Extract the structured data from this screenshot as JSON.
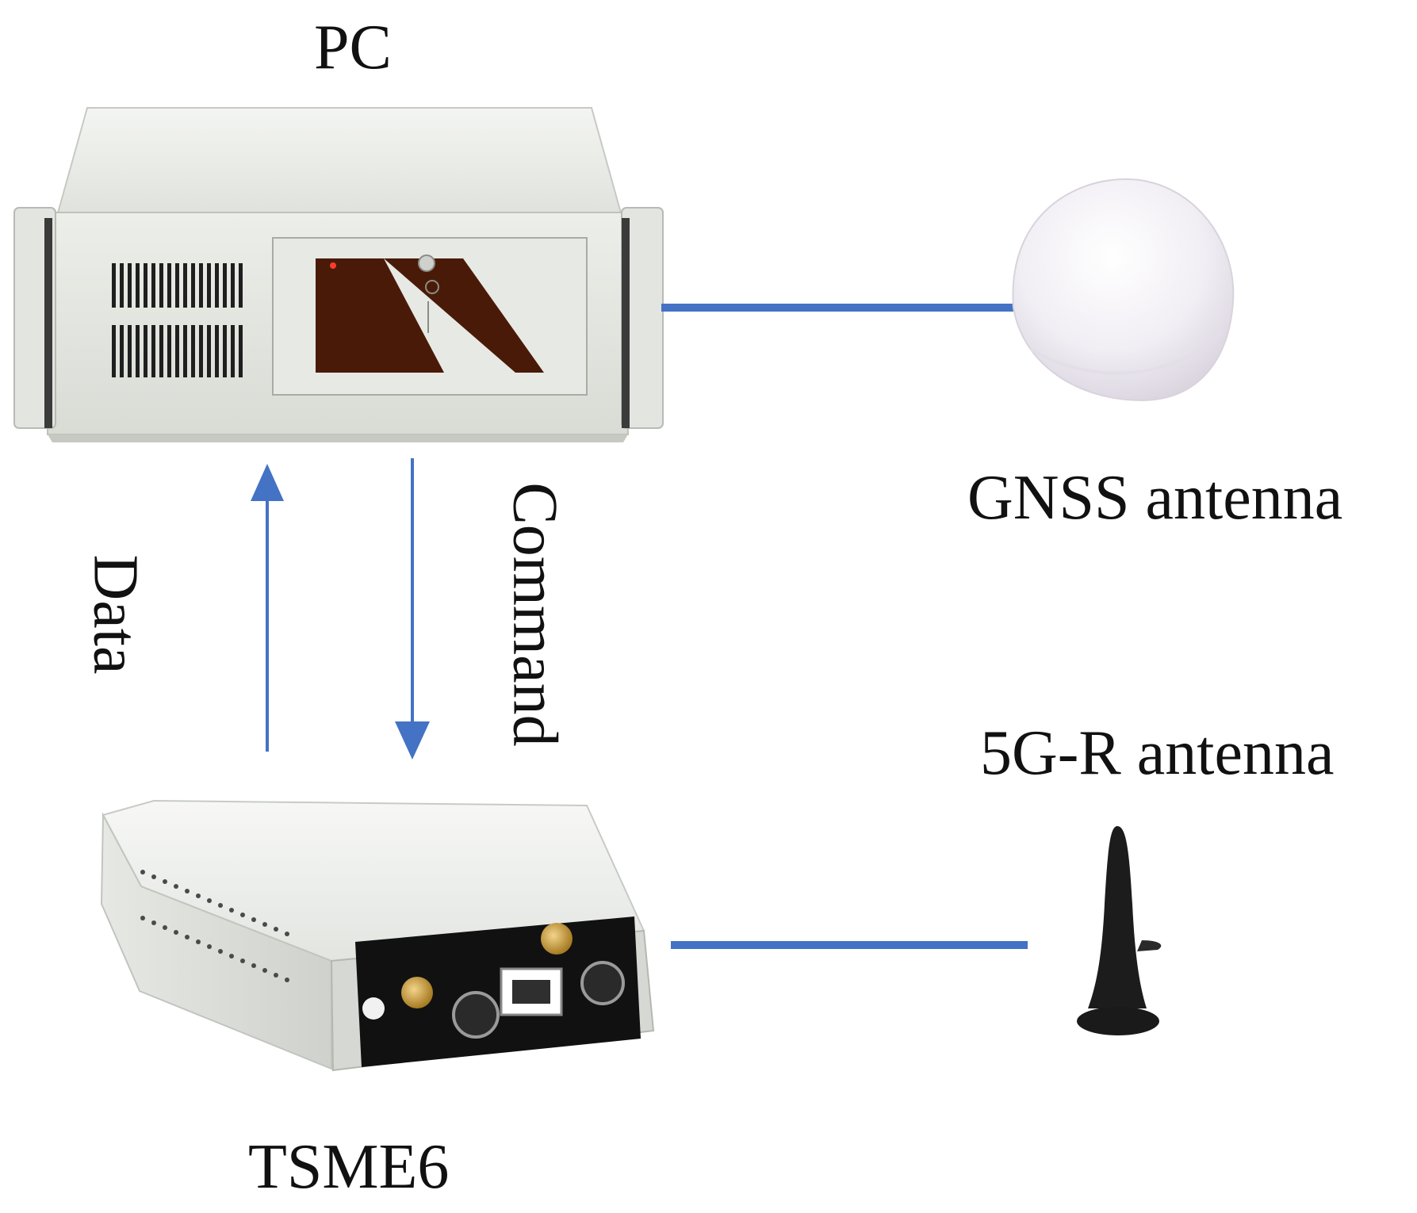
{
  "labels": {
    "pc": "PC",
    "gnss_antenna": "GNSS antenna",
    "fiveg_r_antenna": "5G-R antenna",
    "tsme6": "TSME6",
    "data": "Data",
    "command": "Command"
  },
  "colors": {
    "connector": "#4472C4",
    "device_body": "#e9ebe7",
    "device_panel": "#111111"
  },
  "icons": {
    "pc": "rack-server-pc-icon",
    "gnss": "dome-antenna-icon",
    "fiveg": "whip-antenna-icon",
    "tsme6": "drive-test-scanner-icon"
  }
}
